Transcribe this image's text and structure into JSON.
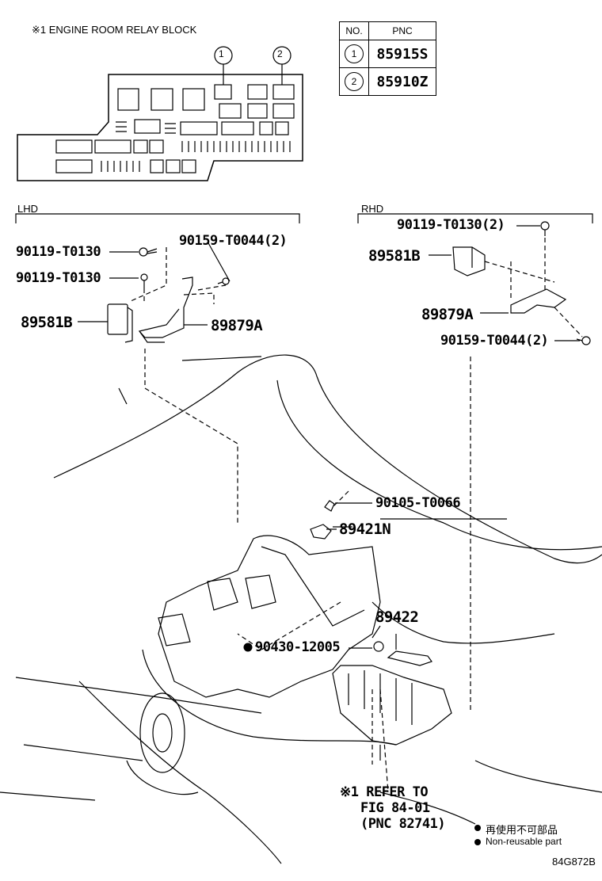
{
  "header": {
    "relay_block_title": "※1 ENGINE ROOM RELAY BLOCK"
  },
  "pnc_table": {
    "col_no": "NO.",
    "col_pnc": "PNC",
    "rows": [
      {
        "no": "1",
        "pnc": "85915S"
      },
      {
        "no": "2",
        "pnc": "85910Z"
      }
    ]
  },
  "callouts": {
    "c1": "1",
    "c2": "2"
  },
  "sections": {
    "lhd": "LHD",
    "rhd": "RHD"
  },
  "lhd_parts": {
    "p1": "90119-T0130",
    "p2": "90159-T0044(2)",
    "p3": "90119-T0130",
    "p4": "89581B",
    "p5": "89879A"
  },
  "rhd_parts": {
    "p1": "90119-T0130(2)",
    "p2": "89581B",
    "p3": "89879A",
    "p4": "90159-T0044(2)"
  },
  "engine_parts": {
    "p1": "90105-T0066",
    "p2": "89421N",
    "p3": "89422",
    "p4": "90430-12005"
  },
  "refer": {
    "line1": "※1 REFER TO",
    "line2": "FIG 84-01",
    "line3": "(PNC 82741)"
  },
  "legend": {
    "jp": "再使用不可部品",
    "en": "Non-reusable part"
  },
  "figure_id": "84G872B"
}
